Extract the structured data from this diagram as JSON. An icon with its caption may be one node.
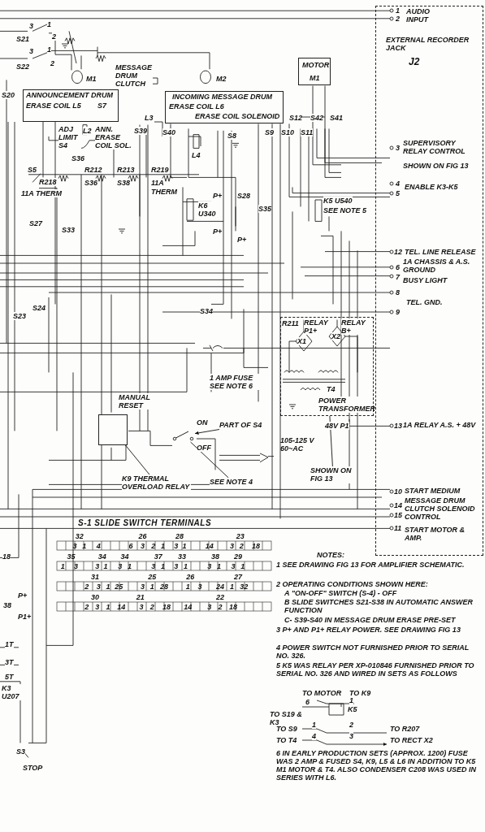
{
  "diagram": {
    "nodes": [
      {
        "text": [
          "EXTERNAL RECORDER JACK",
          "J2"
        ]
      },
      {
        "text": [
          "ANNOUNCEMENT DRUM"
        ]
      },
      {
        "text": [
          "INCOMING MESSAGE DRUM"
        ]
      },
      {
        "text": [
          "MOTOR",
          "M1"
        ]
      },
      {
        "text": [],
        "shape": "box"
      },
      {
        "text": [
          "SHOWN ON FIG 13"
        ]
      },
      {
        "text": [],
        "shape": "box"
      },
      {
        "text": [
          "K9 THERMAL OVERLOAD RELAY"
        ]
      },
      {
        "text": [],
        "shape": "switch"
      },
      {
        "text": [
          "SEE NOTE 4"
        ]
      },
      {
        "text": [
          "PART OF S4"
        ]
      }
    ],
    "edges": [
      {
        "from": 5,
        "to": 4,
        "arrow": "none"
      },
      {
        "from": 7,
        "to": 6,
        "arrow": "none"
      },
      {
        "from": 9,
        "to": 8,
        "arrow": "none"
      },
      {
        "from": 10,
        "to": 8,
        "arrow": "to"
      }
    ],
    "labels": [
      "3",
      "1",
      "2",
      "S21",
      "3",
      "1",
      "2",
      "S22",
      "M1",
      "MESSAGE DRUM CLUTCH",
      "M2",
      "S20",
      "ERASE COIL L5",
      "S7",
      "ADJ LIMIT S4",
      "L2",
      "ANN. ERASE COIL SOL.",
      "S36",
      "S39",
      "L3",
      "S40",
      "ERASE COIL L6",
      "ERASE COIL SOLENOID",
      "L4",
      "S8",
      "S9",
      "S10",
      "S11",
      "S12",
      "S42",
      "S41",
      "S5",
      "R218",
      "11A THERM",
      "R212",
      "S36",
      "R213",
      "S38",
      "R219",
      "11A",
      "THERM",
      "K6 U340",
      "P+",
      "P+",
      "S27",
      "S33",
      "S28",
      "P+",
      "S35",
      "K5 U540",
      "SEE NOTE 5",
      "S34",
      "S23",
      "S24",
      "1",
      "2",
      "AUDIO INPUT",
      "3",
      "SUPERVISORY RELAY CONTROL",
      "SHOWN ON FIG 13",
      "4",
      "5",
      "ENABLE K3-K5",
      "12",
      "TEL. LINE RELEASE",
      "6",
      "1A CHASSIS & A.S. GROUND",
      "7",
      "BUSY LIGHT",
      "8",
      "9",
      "TEL. GND.",
      "R211",
      "RELAY P1+",
      "X1",
      "RELAY B+",
      "X2",
      "T4",
      "POWER TRANSFORMER",
      "48V P1",
      "13",
      "1A RELAY A.S. + 48V",
      "MANUAL RESET",
      "1 AMP FUSE SEE NOTE 6",
      "ON",
      "OFF",
      "105-125 V 60~AC",
      "10",
      "START MEDIUM",
      "14",
      "15",
      "MESSAGE DRUM CLUTCH SOLENOID CONTROL",
      "11",
      "START MOTOR & AMP.",
      "18",
      "P+",
      "38",
      "P1+",
      "1T",
      "3T",
      "5T",
      "K3 U207",
      "S3",
      "STOP",
      "S-1 SLIDE SWITCH TERMINALS",
      "32",
      "26",
      "28",
      "23",
      "3",
      "1",
      "4",
      "6",
      "3",
      "2",
      "1",
      "3",
      "1",
      "14",
      "3",
      "2",
      "18",
      "35",
      "34",
      "34",
      "37",
      "33",
      "38",
      "29",
      "1",
      "3",
      "3",
      "1",
      "3",
      "1",
      "3",
      "1",
      "3",
      "1",
      "3",
      "1",
      "3",
      "1",
      "31",
      "25",
      "26",
      "27",
      "2",
      "3",
      "1",
      "25",
      "3",
      "1",
      "28",
      "1",
      "3",
      "24",
      "1",
      "32",
      "30",
      "21",
      "22",
      "2",
      "3",
      "1",
      "14",
      "3",
      "2",
      "18",
      "14",
      "3",
      "2",
      "18",
      "NOTES:",
      "1 SEE DRAWING FIG 13 FOR AMPLIFIER SCHEMATIC.",
      "2 OPERATING CONDITIONS SHOWN HERE:",
      "A \"ON-OFF\" SWITCH (S-4) - OFF",
      "B SLIDE SWITCHES S21-S38 IN AUTOMATIC ANSWER FUNCTION",
      "C- S39-S40 IN MESSAGE DRUM ERASE PRE-SET",
      "3 P+ AND P1+ RELAY POWER. SEE DRAWING FIG 13",
      "4 POWER SWITCH NOT FURNISHED PRIOR TO SERIAL NO. 326.",
      "5 K5 WAS RELAY PER XP-010846 FURNISHED PRIOR TO SERIAL NO. 326 AND WIRED IN SETS AS FOLLOWS",
      "TO MOTOR",
      "TO K9",
      "6",
      "1",
      "TO S19 & K3",
      "K5",
      "TO S9",
      "1",
      "2",
      "TO R207",
      "TO T4",
      "4",
      "3",
      "TO RECT X2",
      "6 IN EARLY PRODUCTION SETS (APPROX. 1200) FUSE WAS 2 AMP & FUSED S4, K9, L5 & L6 IN ADDITION TO K5 M1 MOTOR & T4. ALSO CONDENSER C208 WAS USED IN SERIES WITH L6."
    ]
  }
}
